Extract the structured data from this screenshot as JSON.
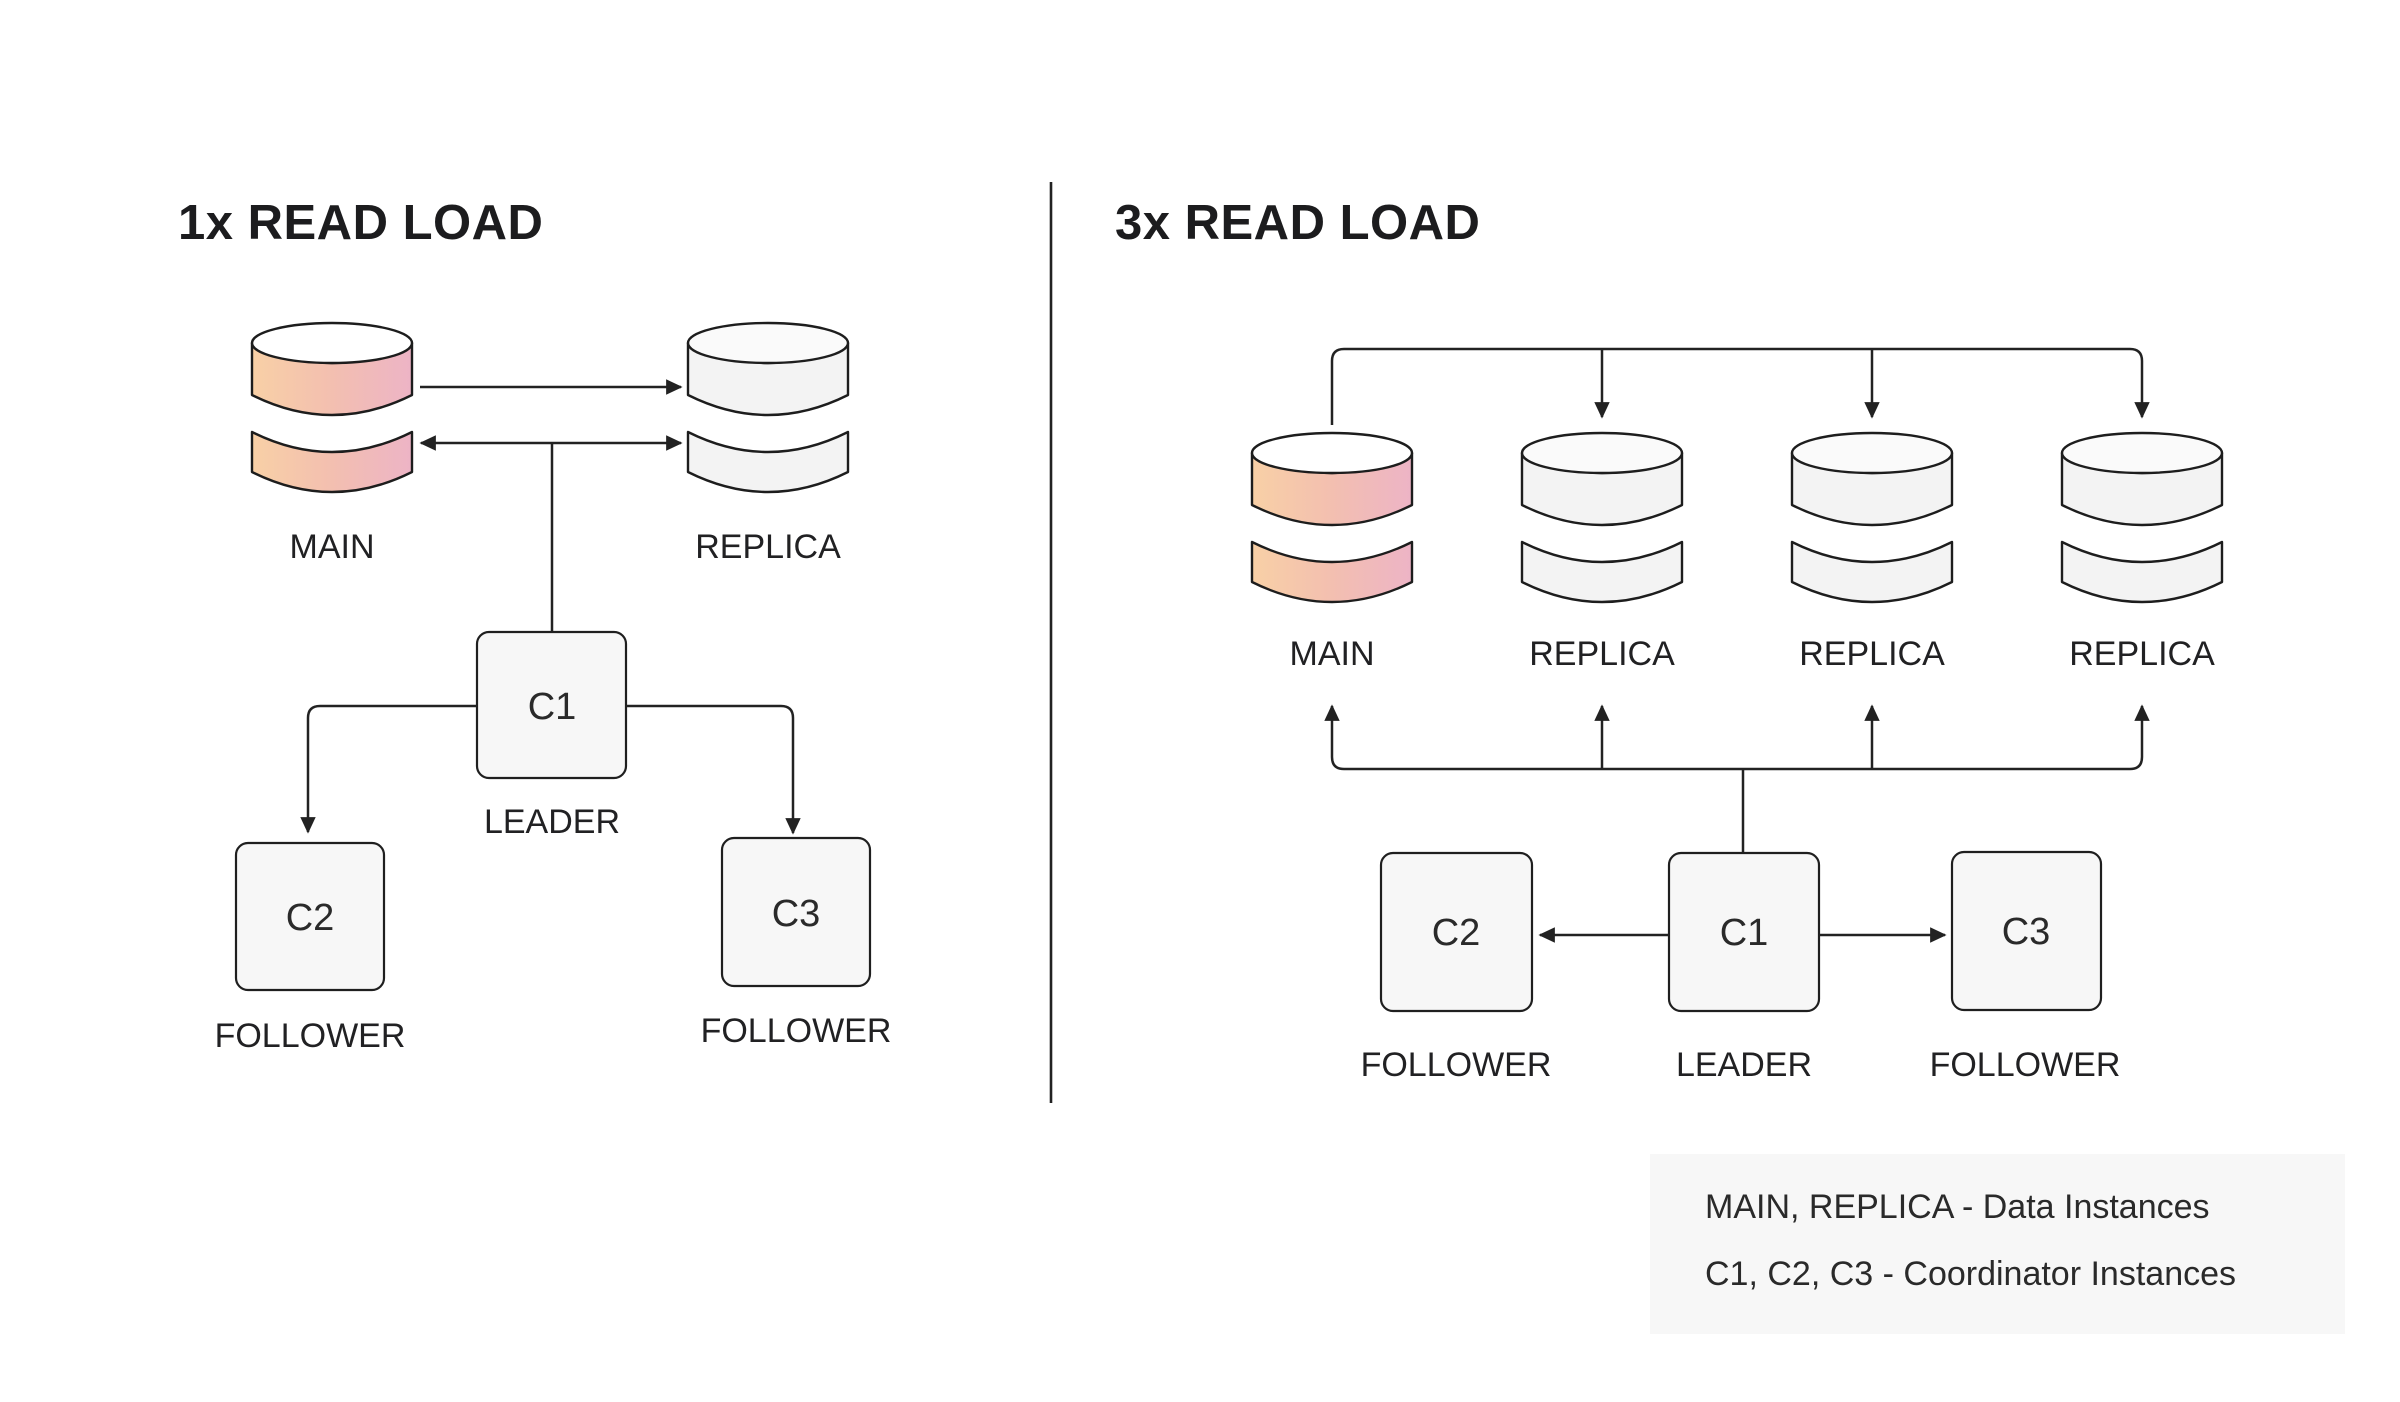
{
  "left_panel": {
    "title": "1x READ LOAD",
    "main_label": "MAIN",
    "replica_label": "REPLICA",
    "c1_label": "C1",
    "c2_label": "C2",
    "c3_label": "C3",
    "leader_label": "LEADER",
    "c2_role": "FOLLOWER",
    "c3_role": "FOLLOWER"
  },
  "right_panel": {
    "title": "3x READ LOAD",
    "main_label": "MAIN",
    "replica1_label": "REPLICA",
    "replica2_label": "REPLICA",
    "replica3_label": "REPLICA",
    "c1_label": "C1",
    "c2_label": "C2",
    "c3_label": "C3",
    "leader_label": "LEADER",
    "c2_role": "FOLLOWER",
    "c3_role": "FOLLOWER"
  },
  "legend": {
    "line1": "MAIN, REPLICA - Data Instances",
    "line2": "C1, C2, C3 - Coordinator Instances"
  },
  "colors": {
    "main_gradient_left": "#f8d0a6",
    "main_gradient_mid": "#f3bfb0",
    "main_gradient_right": "#edb4c6",
    "replica_body": "#f3f3f3",
    "replica_top": "#fafafa",
    "box_fill": "#f7f7f7",
    "legend_bg": "#f7f7f7",
    "line": "#222222",
    "text": "#212123"
  }
}
